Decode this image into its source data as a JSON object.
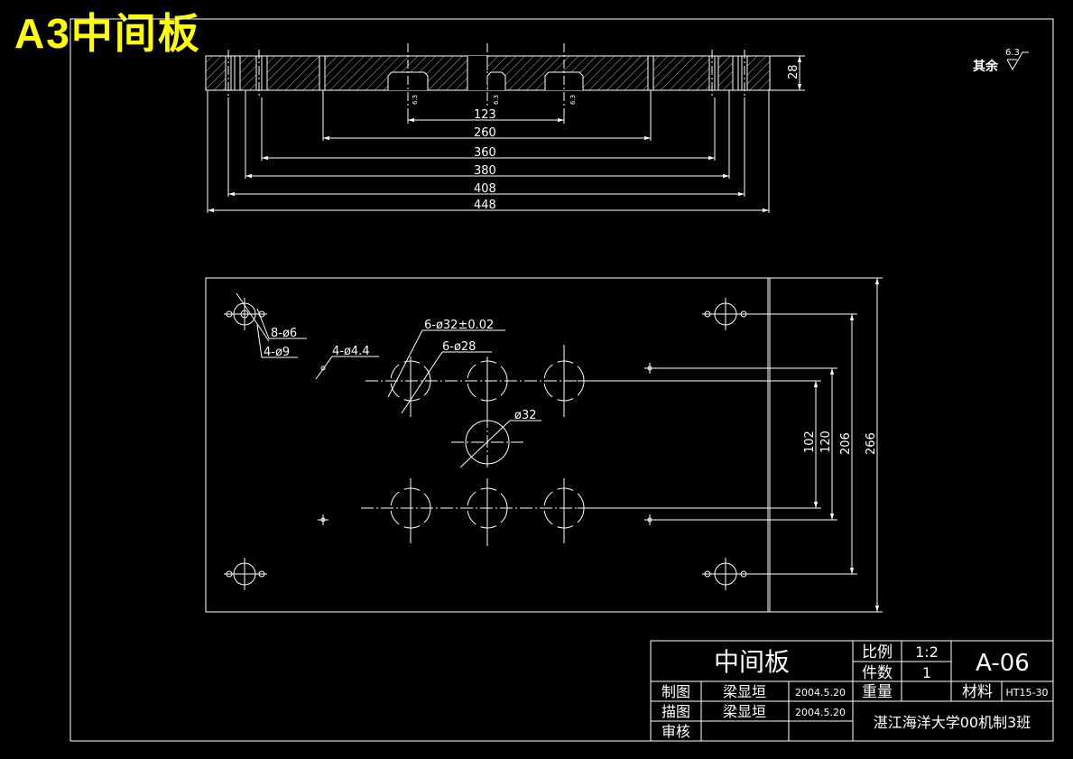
{
  "sheet": {
    "label": "A3中间板"
  },
  "roughness": {
    "label": "其余",
    "value": "6.3"
  },
  "section_view": {
    "thickness_label": "28",
    "local_roughness": "6.3",
    "dimensions": [
      "123",
      "260",
      "360",
      "380",
      "408",
      "448"
    ]
  },
  "plan_view": {
    "callouts": {
      "pin_holes": "8-ø6",
      "counterbore": "4-ø9",
      "small_holes": "4-ø4.4",
      "bore_tol": "6-ø32±0.02",
      "bore": "6-ø28",
      "center_bore": "ø32"
    },
    "dimensions": [
      "102",
      "120",
      "206",
      "266"
    ]
  },
  "title_block": {
    "part_name": "中间板",
    "scale_label": "比例",
    "scale_value": "1:2",
    "qty_label": "件数",
    "qty_value": "1",
    "drawing_no": "A-06",
    "drawn_label": "制图",
    "drawn_by": "梁显垣",
    "drawn_date": "2004.5.20",
    "traced_label": "描图",
    "traced_by": "梁显垣",
    "traced_date": "2004.5.20",
    "review_label": "审核",
    "weight_label": "重量",
    "material_label": "材料",
    "material_value": "HT15-30",
    "organization": "湛江海洋大学00机制3班"
  }
}
